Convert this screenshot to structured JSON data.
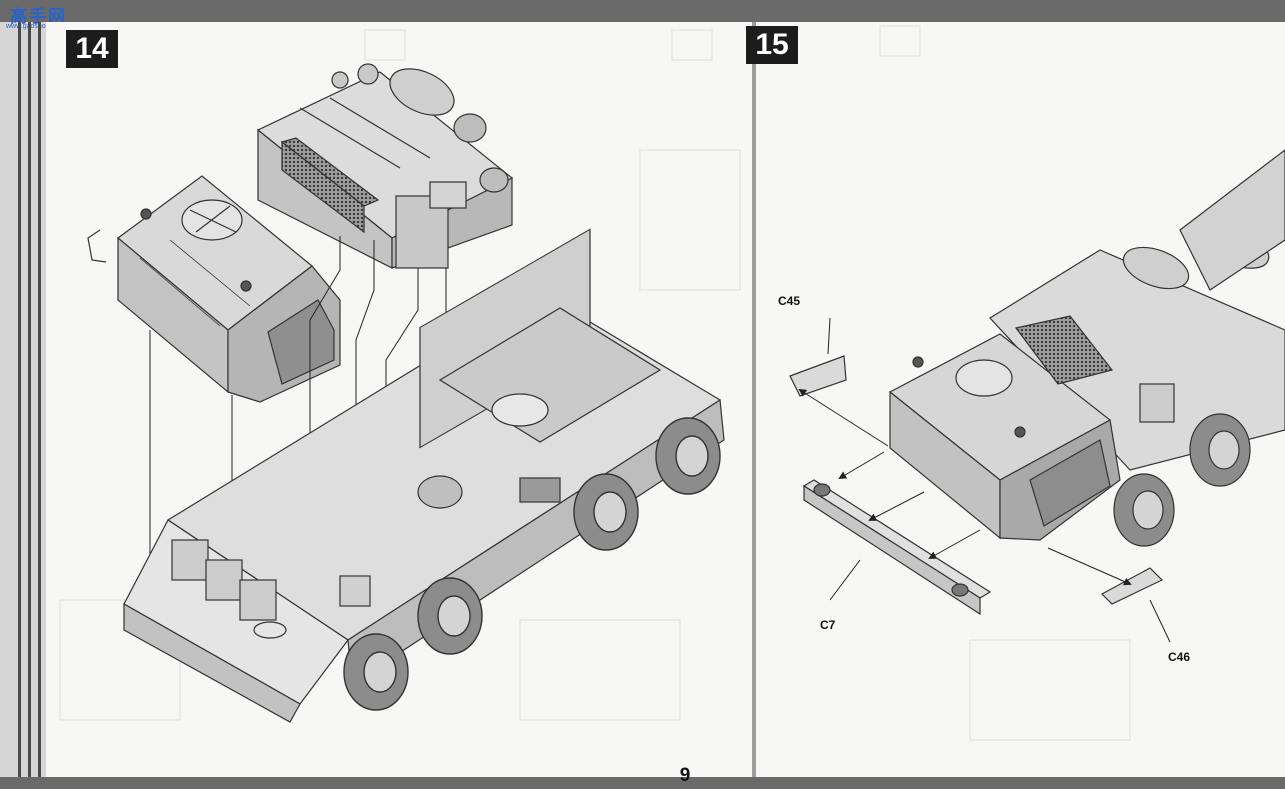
{
  "watermark": {
    "main": "高手网",
    "url": "www.gaoshou.com.cn"
  },
  "steps": [
    {
      "number": "14"
    },
    {
      "number": "15"
    }
  ],
  "part_labels": {
    "c45": "C45",
    "c7": "C7",
    "c46": "C46"
  },
  "page_number": "9"
}
